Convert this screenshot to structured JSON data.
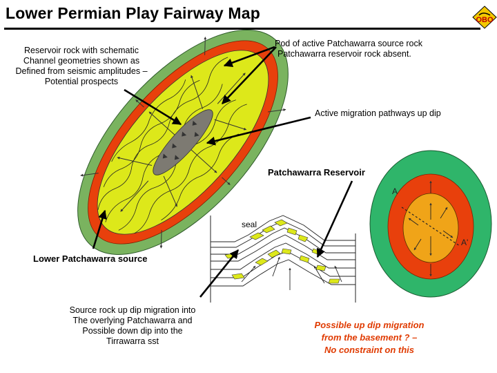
{
  "title": "Lower Permian Play Fairway Map",
  "logo_text": "OBO",
  "labels": {
    "reservoir_note_1": "Reservoir rock with schematic",
    "reservoir_note_2": "Channel geometries shown as",
    "reservoir_note_3": "Defined from seismic amplitudes –",
    "reservoir_note_4": "Potential prospects",
    "pod_note_1": "Pod of active Patchawarra source rock",
    "pod_note_2": "Patchawarra reservoir rock absent.",
    "migration_note": "Active migration pathways up dip",
    "patchawarra_reservoir": "Patchawarra Reservoir",
    "lower_patchawarra_source": "Lower Patchawarra source",
    "seal": "seal",
    "source_note_1": "Source rock up dip migration into",
    "source_note_2": "The overlying Patchawarra and",
    "source_note_3": "Possible down dip into the",
    "source_note_4": "Tirrawarra sst",
    "basement_note_1": "Possible up dip migration",
    "basement_note_2": "from the basement ? –",
    "basement_note_3": "No constraint on this",
    "section_a": "A",
    "section_a_prime": "A'"
  },
  "colors": {
    "outer_green": "#7ab35f",
    "red_band": "#e8400c",
    "yellow_core": "#dde81a",
    "grey_pod": "#7d7a72",
    "small_green": "#2fb56a",
    "small_orange": "#f0a418",
    "basement_text": "#e03a00"
  }
}
